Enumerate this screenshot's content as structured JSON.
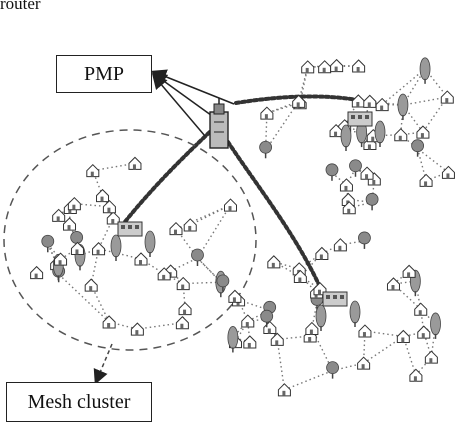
{
  "top_text": "router",
  "pmp_label": "PMP",
  "mesh_label": "Mesh cluster",
  "colors": {
    "ink": "#222222",
    "node_gray": "#8a8a8a",
    "dash": "#555555"
  }
}
